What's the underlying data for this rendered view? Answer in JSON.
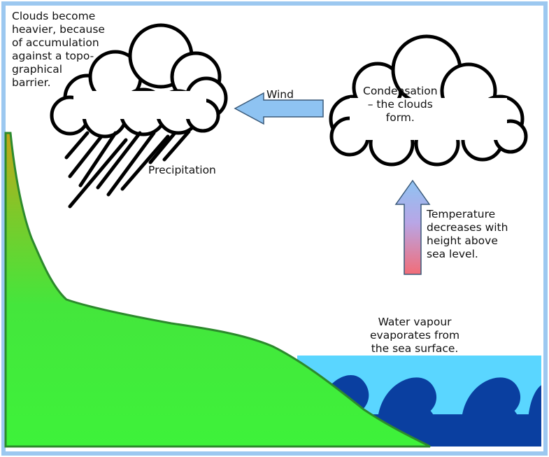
{
  "labels": {
    "clouds_heavier": "Clouds become\nheavier, because\nof accumulation\nagainst a topo-\ngraphical\nbarrier.",
    "wind": "Wind",
    "condensation": "Condensation\n– the clouds\nform.",
    "precipitation": "Precipitation",
    "temperature": "Temperature\ndecreases with\nheight above\nsea level.",
    "water_vapour": "Water vapour\nevaporates from\nthe sea surface."
  },
  "colors": {
    "frame_border": "#9cc8f0",
    "land_top": "#c2a51a",
    "land_bottom": "#3ef23a",
    "land_edge": "#2c8a2c",
    "sea": "#5ad6ff",
    "waves": "#0a3fa0",
    "wind_arrow": "#8ec3f2",
    "temp_arrow_top": "#8ec3f2",
    "temp_arrow_bottom": "#f26d78",
    "rain": "#000000"
  }
}
